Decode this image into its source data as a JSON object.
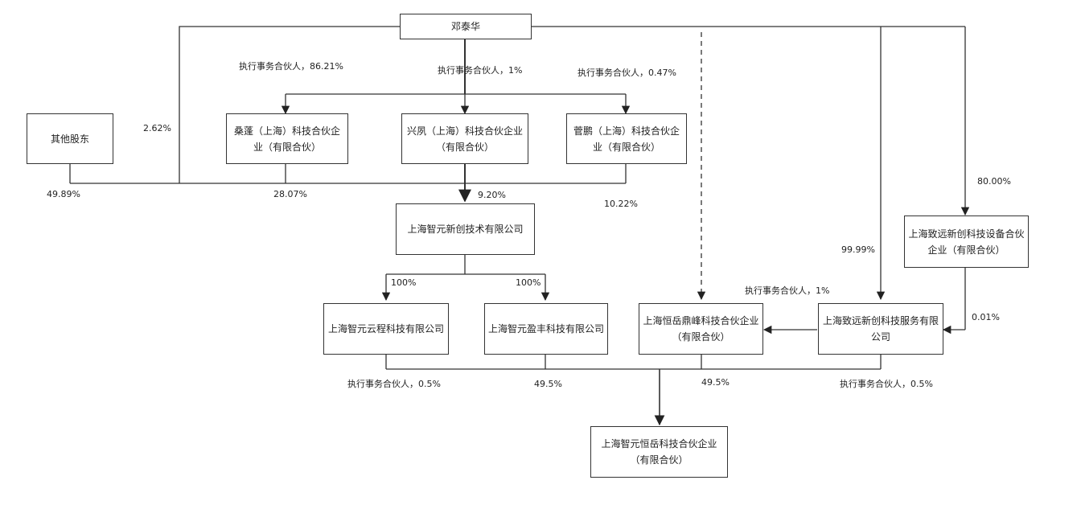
{
  "nodes": {
    "deng": "邓泰华",
    "others": "其他股东",
    "sangpeng": "桑蓬（上海）科技合伙企业（有限合伙）",
    "xingfeng": "兴夙（上海）科技合伙企业（有限合伙）",
    "jingpeng": "菅鹏（上海）科技合伙企业（有限合伙）",
    "zhiyuan_xin": "上海智元新创技术有限公司",
    "yuncheng": "上海智元云程科技有限公司",
    "yingfeng": "上海智元盈丰科技有限公司",
    "hengyue_dingfeng": "上海恒岳鼎峰科技合伙企业（有限合伙）",
    "zhiyuan_service": "上海致远新创科技服务有限公司",
    "zhiyuan_equip": "上海致远新创科技设备合伙企业（有限合伙）",
    "hengyue_final": "上海智元恒岳科技合伙企业（有限合伙）"
  },
  "labels": {
    "gp_8621": "执行事务合伙人，86.21%",
    "gp_1": "执行事务合伙人，1%",
    "gp_047": "执行事务合伙人，0.47%",
    "p_262": "2.62%",
    "p_4989": "49.89%",
    "p_2807": "28.07%",
    "p_920": "9.20%",
    "p_1022": "10.22%",
    "p_100a": "100%",
    "p_100b": "100%",
    "p_8000": "80.00%",
    "p_9999": "99.99%",
    "gp_1b": "执行事务合伙人，1%",
    "p_001": "0.01%",
    "gp_05a": "执行事务合伙人，0.5%",
    "p_495a": "49.5%",
    "p_495b": "49.5%",
    "gp_05b": "执行事务合伙人，0.5%"
  }
}
